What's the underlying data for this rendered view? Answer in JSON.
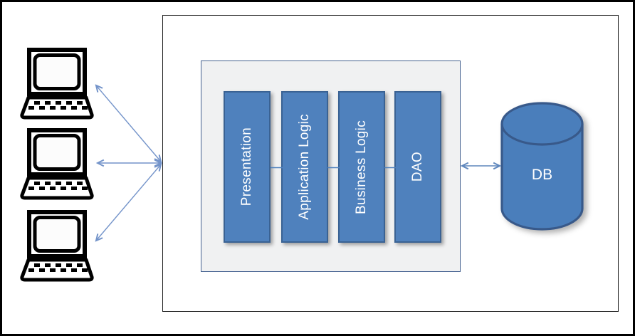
{
  "diagram": {
    "clients": {
      "items": [
        {
          "name": "client-computer-1"
        },
        {
          "name": "client-computer-2"
        },
        {
          "name": "client-computer-3"
        }
      ]
    },
    "server": {
      "layers": {
        "items": [
          {
            "label": "Presentation"
          },
          {
            "label": "Application Logic"
          },
          {
            "label": "Business Logic"
          },
          {
            "label": "DAO"
          }
        ]
      },
      "database": {
        "label": "DB"
      }
    }
  },
  "icons": {
    "client": "desktop-computer-icon",
    "database": "database-cylinder-icon",
    "client_links": "double-headed-arrow-icon",
    "database_link": "double-headed-arrow-icon"
  },
  "colors": {
    "bar-fill": "#4F81BD",
    "bar-border": "#3A6293",
    "panel-fill": "#F0F1F2",
    "panel-border": "#44618F",
    "arrow": "#7494CA",
    "db-arrow": "#5E86BC",
    "connector": "#4F81BD",
    "cylinder-fill": "#4A7EBB",
    "cylinder-border": "#38598A",
    "outer-border": "#000000",
    "server-border": "#1F1F1F",
    "text-on-blue": "#FFFFFF"
  }
}
